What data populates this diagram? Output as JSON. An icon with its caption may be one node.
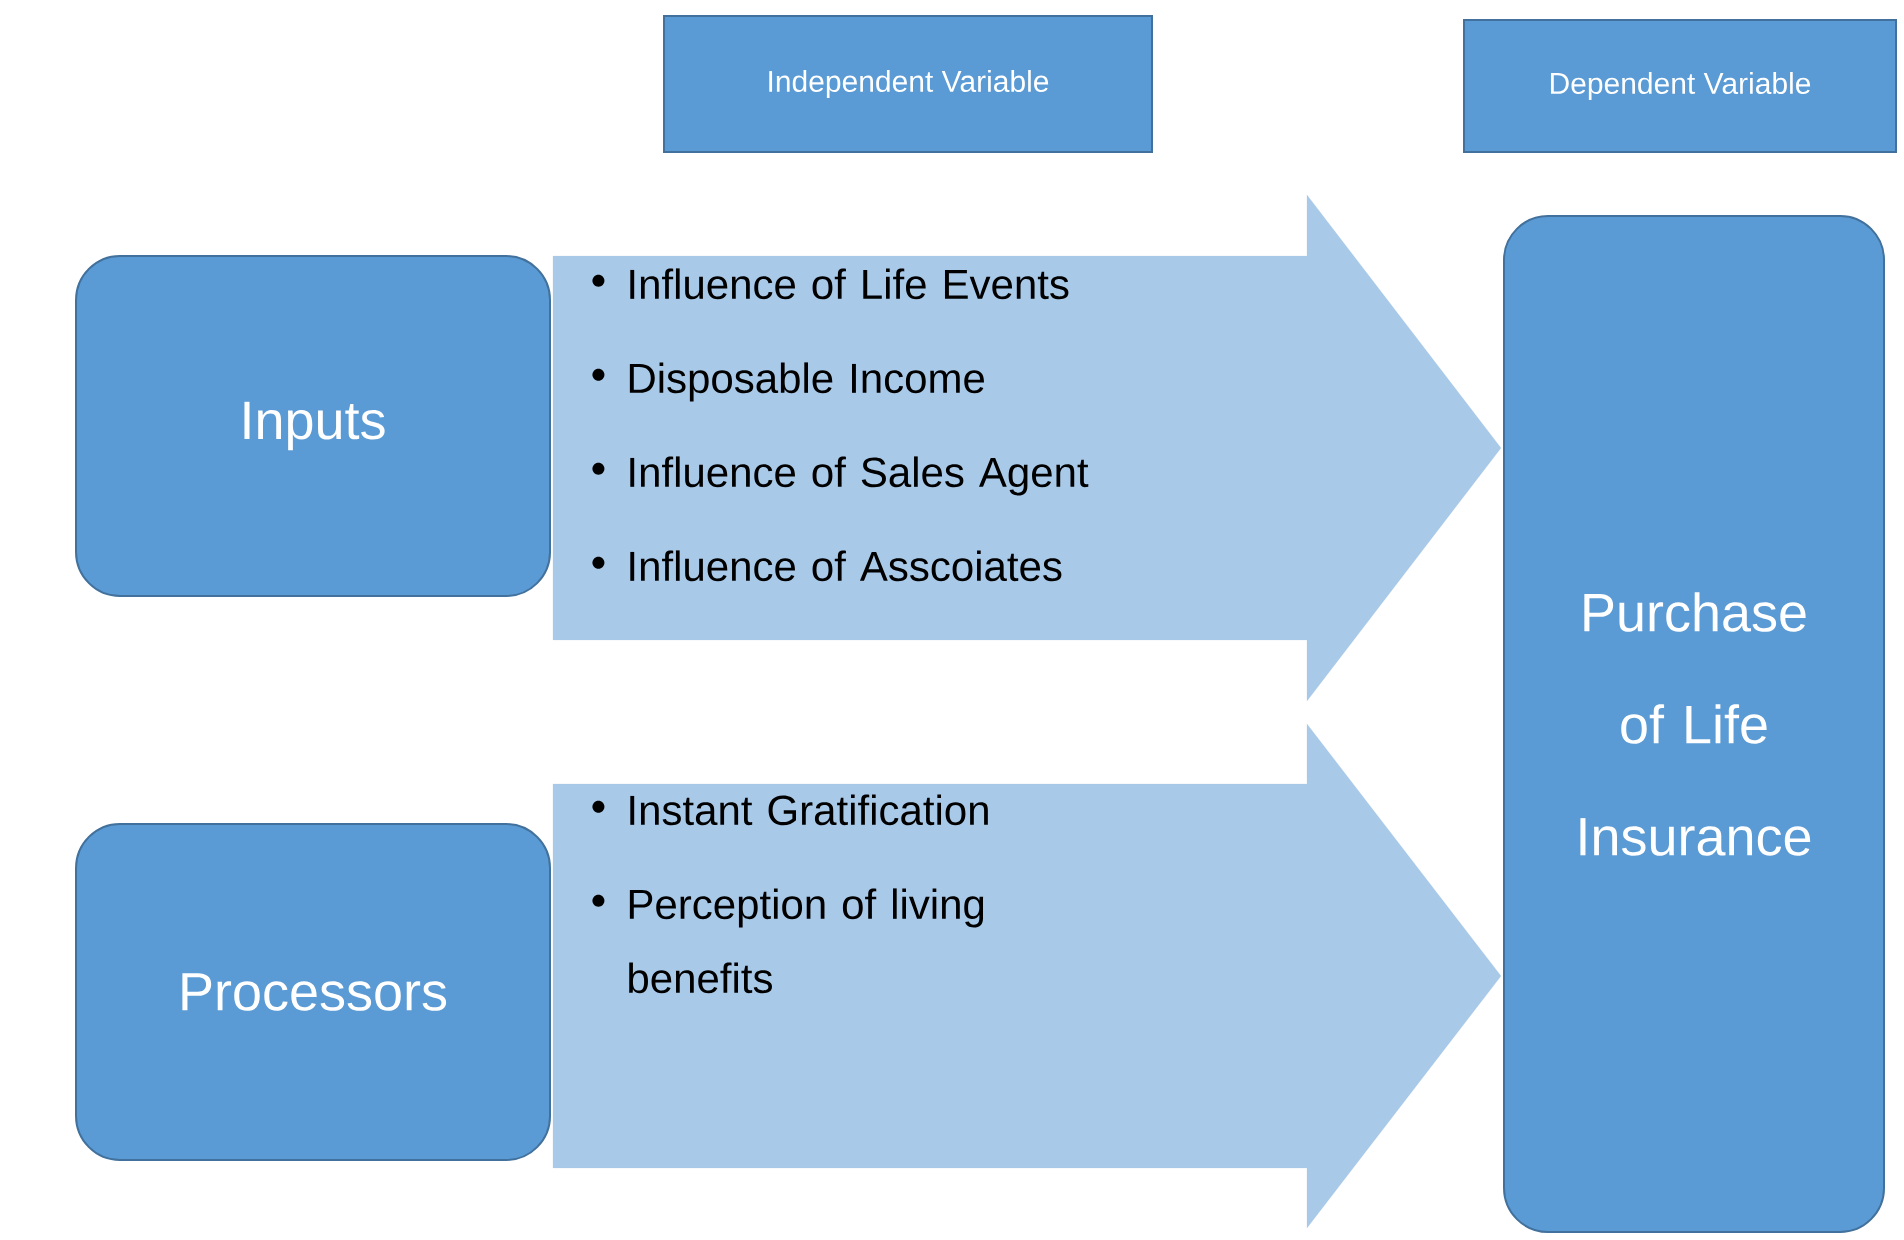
{
  "diagram": {
    "nodes": [
      {
        "text": [
          "Independent Variable"
        ]
      },
      {
        "text": [
          "Dependent Variable"
        ]
      },
      {
        "text": [
          "Inputs"
        ]
      },
      {
        "text": [
          "Influence of Life Events",
          "Disposable Income",
          "Influence of Sales Agent",
          "Influence of Asscoiates"
        ]
      },
      {
        "text": [
          "Purchase of Life Insurance"
        ]
      },
      {
        "text": [
          "Processors"
        ]
      },
      {
        "text": [
          "Instant Gratification",
          "Perception of living benefits"
        ]
      }
    ],
    "edges": [
      {
        "from": 2,
        "to": 4,
        "arrow": "to"
      },
      {
        "from": 5,
        "to": 4,
        "arrow": "to"
      }
    ]
  }
}
